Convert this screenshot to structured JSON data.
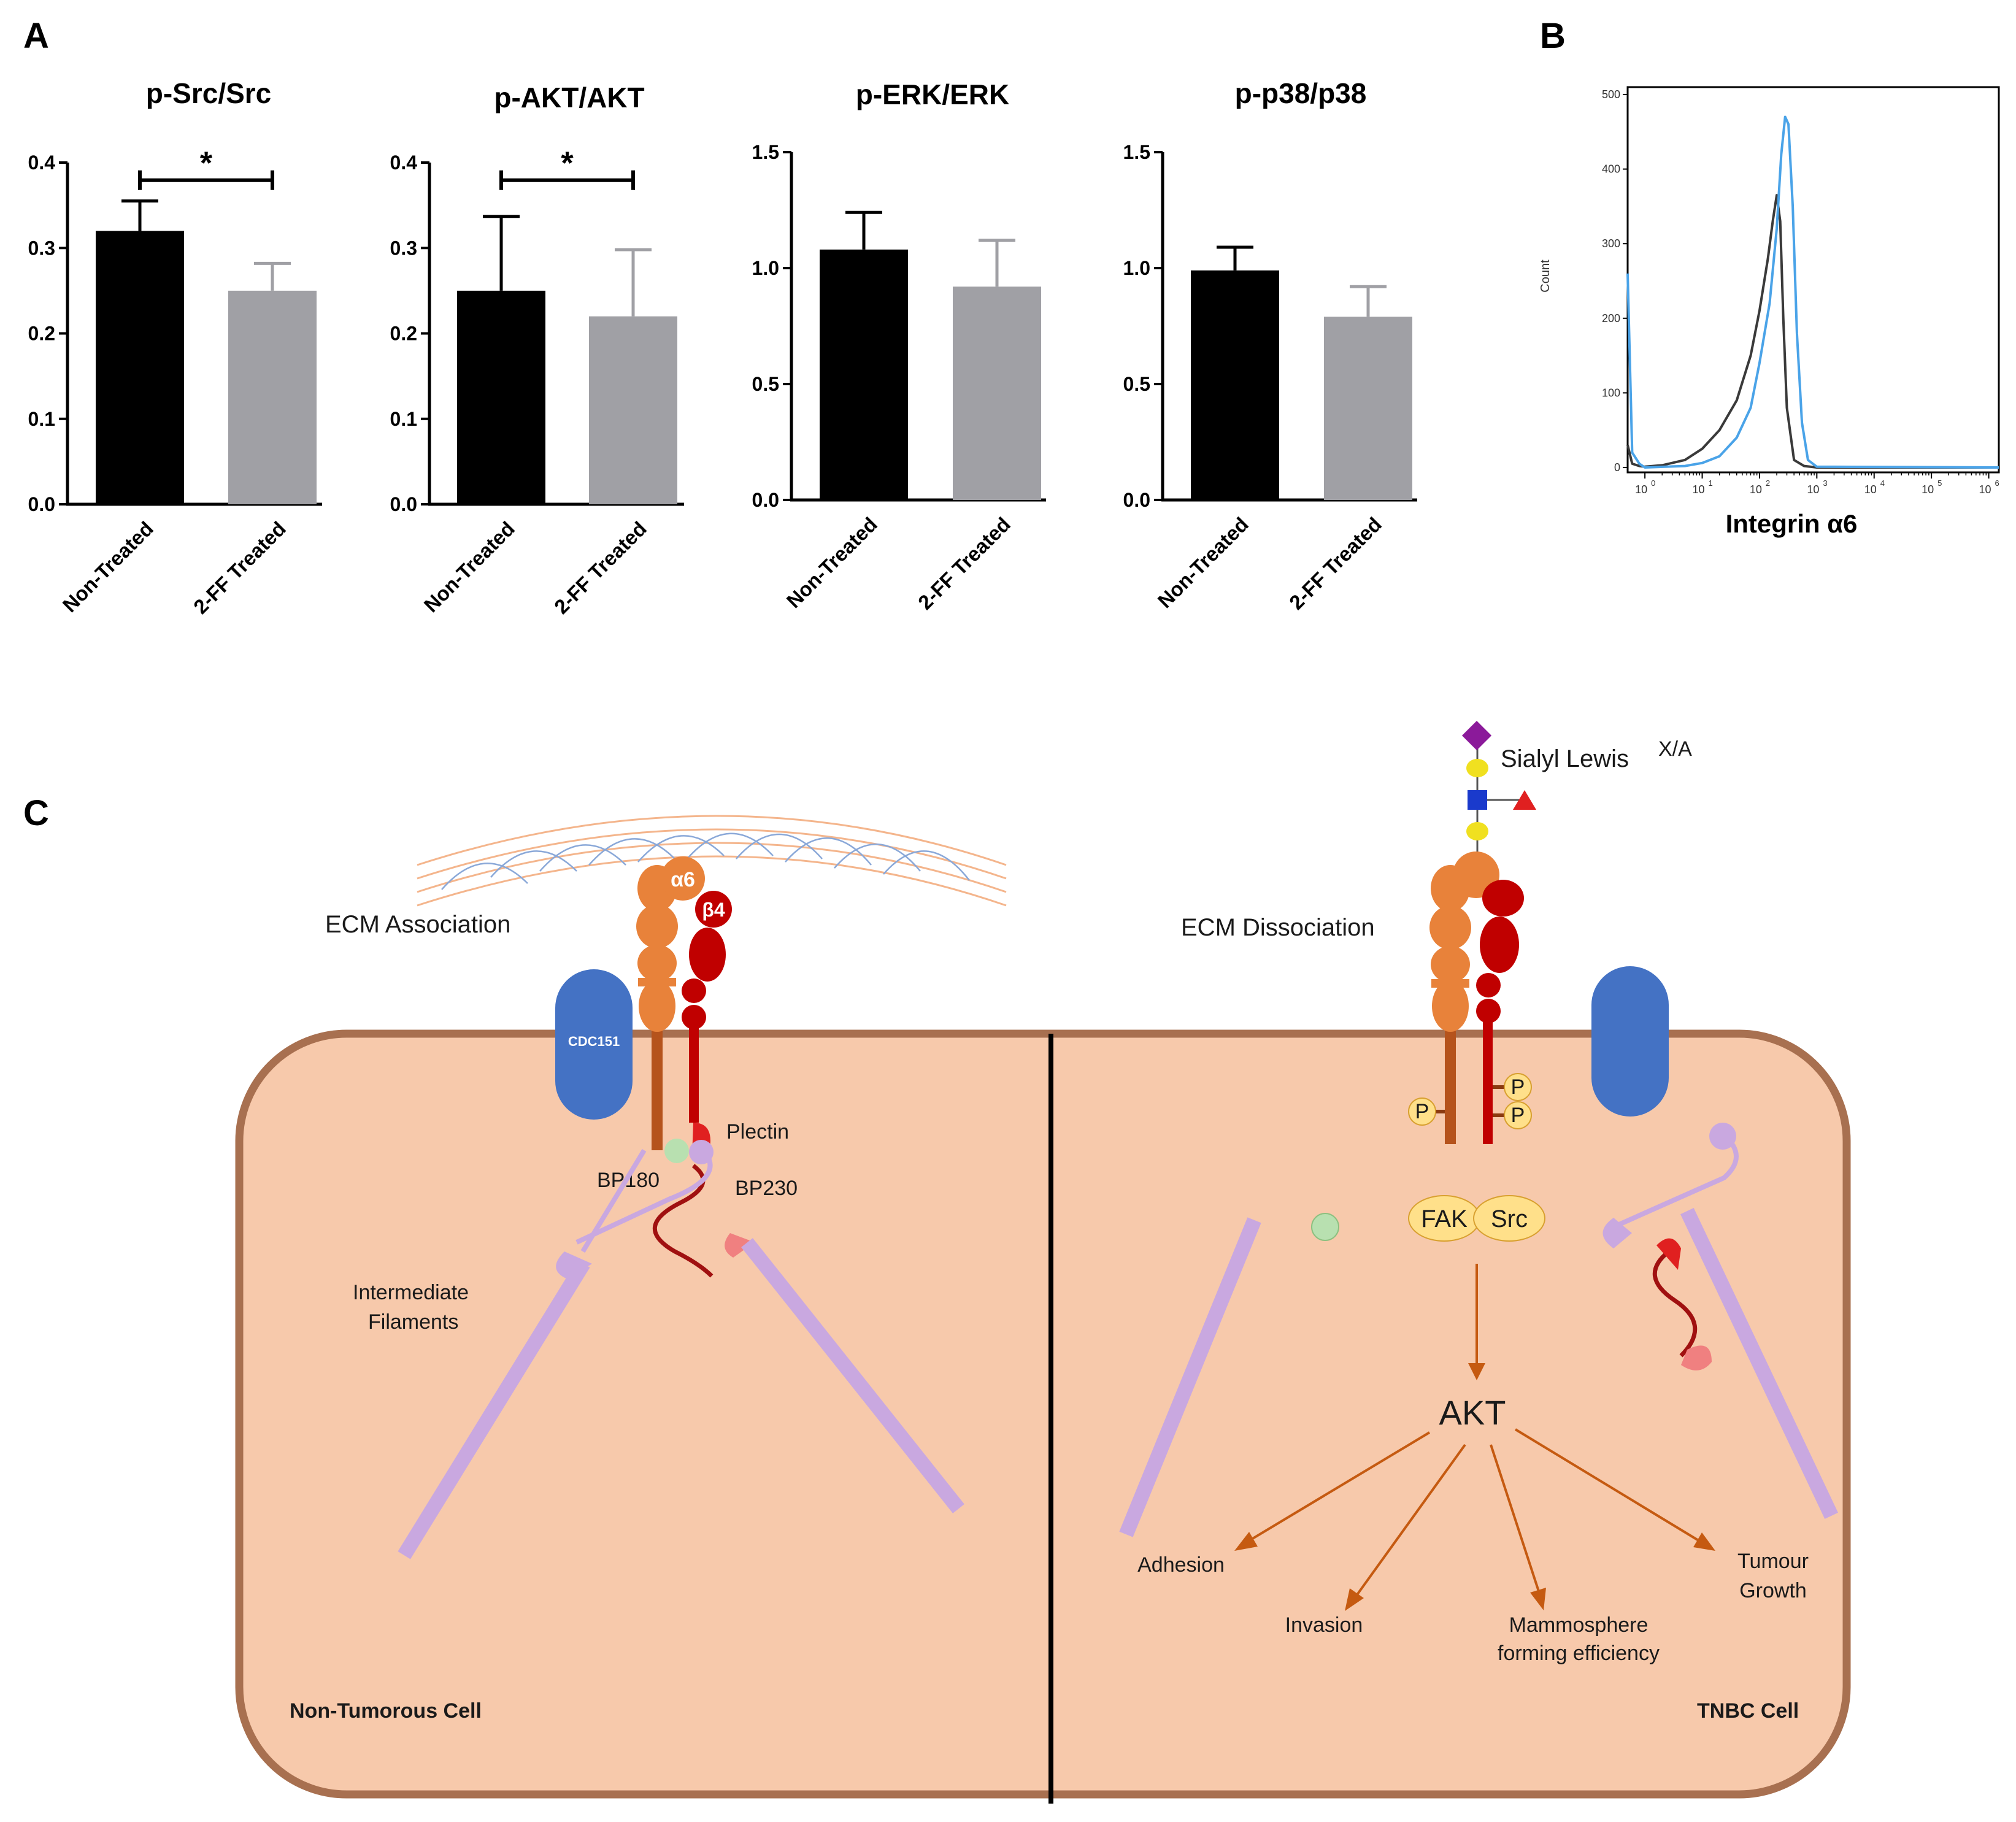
{
  "panels": {
    "a": "A",
    "b": "B",
    "c": "C"
  },
  "colors": {
    "non_treated": "#000000",
    "treated": "#a0a0a5",
    "hist_control": "#3a3a3a",
    "hist_stained": "#4aa3e8",
    "cell_fill": "#f7c9ab",
    "cell_border": "#a87050",
    "alpha6": "#e8823a",
    "beta4": "#c00000",
    "cd151": "#4472c4",
    "filament": "#c9a8e0",
    "arrow": "#c55a11"
  },
  "chart_data": [
    {
      "id": "psrc",
      "type": "bar",
      "title": "p-Src/Src",
      "categories": [
        "Non-Treated",
        "2-FF Treated"
      ],
      "values": [
        0.32,
        0.25
      ],
      "errors": [
        0.035,
        0.032
      ],
      "ylim": [
        0,
        0.4
      ],
      "yticks": [
        "0.0",
        "0.1",
        "0.2",
        "0.3",
        "0.4"
      ],
      "significance": "*"
    },
    {
      "id": "pakt",
      "type": "bar",
      "title": "p-AKT/AKT",
      "categories": [
        "Non-Treated",
        "2-FF Treated"
      ],
      "values": [
        0.25,
        0.22
      ],
      "errors": [
        0.087,
        0.078
      ],
      "ylim": [
        0,
        0.4
      ],
      "yticks": [
        "0.0",
        "0.1",
        "0.2",
        "0.3",
        "0.4"
      ],
      "significance": "*"
    },
    {
      "id": "perk",
      "type": "bar",
      "title": "p-ERK/ERK",
      "categories": [
        "Non-Treated",
        "2-FF Treated"
      ],
      "values": [
        1.08,
        0.92
      ],
      "errors": [
        0.16,
        0.2
      ],
      "ylim": [
        0,
        1.5
      ],
      "yticks": [
        "0.0",
        "0.5",
        "1.0",
        "1.5"
      ],
      "significance": ""
    },
    {
      "id": "pp38",
      "type": "bar",
      "title": "p-p38/p38",
      "categories": [
        "Non-Treated",
        "2-FF Treated"
      ],
      "values": [
        0.99,
        0.79
      ],
      "errors": [
        0.1,
        0.13
      ],
      "ylim": [
        0,
        1.5
      ],
      "yticks": [
        "0.0",
        "0.5",
        "1.0",
        "1.5"
      ],
      "significance": ""
    },
    {
      "id": "hist",
      "type": "line",
      "xlabel": "Integrin α6",
      "ylabel": "Count",
      "xscale": "log",
      "xlim": [
        0.5,
        1500000
      ],
      "ylim": [
        0,
        500
      ],
      "yticks": [
        "0",
        "100",
        "200",
        "300",
        "400",
        "500"
      ],
      "xticks": [
        "0",
        "1",
        "2",
        "3",
        "4",
        "5",
        "6"
      ],
      "series": [
        {
          "x": [
            0.5,
            0.6,
            0.8,
            1,
            2,
            5,
            10,
            20,
            40,
            70,
            100,
            140,
            170,
            200,
            230,
            260,
            300,
            400,
            600,
            1000,
            1500000
          ],
          "y": [
            30,
            5,
            2,
            1,
            3,
            10,
            25,
            50,
            90,
            150,
            210,
            280,
            330,
            365,
            330,
            200,
            80,
            10,
            2,
            0,
            0
          ]
        },
        {
          "x": [
            0.5,
            0.6,
            0.8,
            1,
            5,
            10,
            20,
            40,
            70,
            100,
            150,
            200,
            240,
            280,
            320,
            380,
            450,
            550,
            700,
            1000,
            1500000
          ],
          "y": [
            260,
            20,
            5,
            0,
            2,
            6,
            15,
            40,
            80,
            140,
            220,
            320,
            420,
            470,
            460,
            350,
            180,
            60,
            10,
            1,
            0
          ]
        }
      ]
    }
  ],
  "diagram": {
    "ecm_association": "ECM Association",
    "ecm_dissociation": "ECM Dissociation",
    "alpha6": "α6",
    "beta4": "β4",
    "cdc151": "CDC151",
    "plectin": "Plectin",
    "bp180": "BP180",
    "bp230": "BP230",
    "intermediate_1": "Intermediate",
    "intermediate_2": "Filaments",
    "non_tumorous": "Non-Tumorous Cell",
    "tnbc": "TNBC Cell",
    "sialyl": "Sialyl Lewis",
    "sialyl_sup": "X/A",
    "p": "P",
    "fak": "FAK",
    "src": "Src",
    "akt": "AKT",
    "adhesion": "Adhesion",
    "invasion": "Invasion",
    "mammo_1": "Mammosphere",
    "mammo_2": "forming efficiency",
    "tumour_1": "Tumour",
    "tumour_2": "Growth"
  }
}
